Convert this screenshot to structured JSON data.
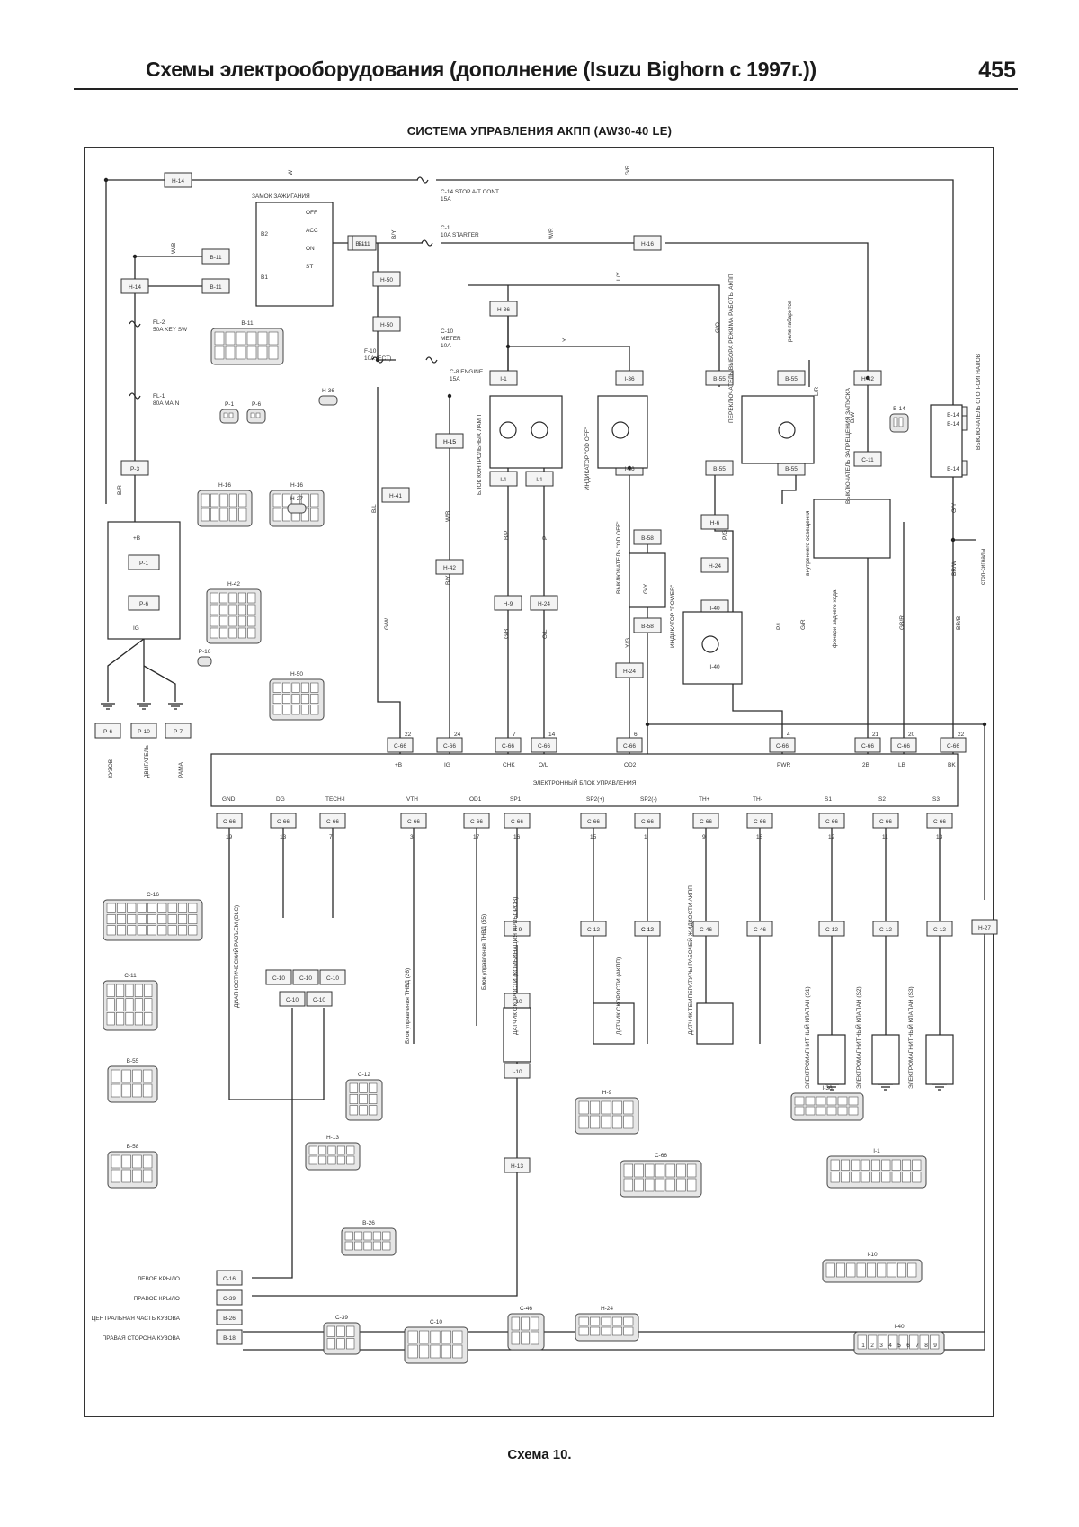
{
  "header": {
    "title": "Схемы электрооборудования (дополнение (Isuzu Bighorn с 1997г.))",
    "page_number": "455"
  },
  "subtitle": "СИСТЕМА УПРАВЛЕНИЯ АКПП (AW30-40 LE)",
  "caption": "Схема 10.",
  "ignition_switch": {
    "title": "ЗАМОК ЗАЖИГАНИЯ",
    "positions": [
      "OFF",
      "ACC",
      "ON",
      "ST"
    ],
    "terminals": [
      "B2",
      "B1"
    ]
  },
  "fuses": [
    {
      "id": "fuse-stop",
      "lines": [
        "C-14 STOP A/T CONT",
        "15A"
      ]
    },
    {
      "id": "fuse-starter",
      "lines": [
        "C-1",
        "10A STARTER"
      ]
    },
    {
      "id": "fuse-meter",
      "lines": [
        "C-10",
        "METER",
        "10A"
      ]
    },
    {
      "id": "fuse-engine",
      "lines": [
        "C-8 ENGINE",
        "15A"
      ]
    },
    {
      "id": "fuse-ect",
      "lines": [
        "F-10",
        "10A (ECT)"
      ]
    },
    {
      "id": "fuse-keysw",
      "lines": [
        "FL-2",
        "50A KEY SW"
      ]
    },
    {
      "id": "fuse-main",
      "lines": [
        "FL-1",
        "80A MAIN"
      ]
    }
  ],
  "wire_colors": [
    "W",
    "G/R",
    "W/B",
    "B/Y",
    "W/R",
    "L/Y",
    "Y",
    "B/R",
    "G/W",
    "B/Y",
    "G/B",
    "O/L",
    "Y/G",
    "P/G",
    "P/L",
    "B/W",
    "G/Y",
    "L/R",
    "G/O",
    "B/L",
    "W/B",
    "B/P",
    "P",
    "G/Y",
    "G/R",
    "GB/R",
    "BR/B",
    "BR/W"
  ],
  "connectors_top": [
    "H-14",
    "B-11",
    "B-11",
    "H-14",
    "B-11",
    "H-50",
    "H-50",
    "H-15",
    "H-36",
    "I-1",
    "I-1",
    "I-1",
    "I-36",
    "I-36",
    "B-55",
    "B-55",
    "B-55",
    "B-55",
    "H-42",
    "C-11",
    "B-14",
    "B-14",
    "B-14",
    "P-3",
    "H-15",
    "H-41",
    "H-42",
    "H-9",
    "H-24",
    "B-58",
    "B-58",
    "H-6",
    "H-24",
    "H-24",
    "I-40",
    "I-40"
  ],
  "relay_box": {
    "labels": [
      "P-1",
      "P-6"
    ],
    "terms": [
      "+B",
      "IG"
    ]
  },
  "ground_points": [
    "P-6",
    "P-10",
    "P-7"
  ],
  "ground_labels": [
    "КУЗОВ",
    "ДВИГАТЕЛЬ",
    "РАМА"
  ],
  "ecu": {
    "label": "ЭЛЕКТРОННЫЙ БЛОК УПРАВЛЕНИЯ",
    "top_pins": [
      {
        "conn": "C-66",
        "pin": "22",
        "name": "+B"
      },
      {
        "conn": "C-66",
        "pin": "24",
        "name": "IG"
      },
      {
        "conn": "C-66",
        "pin": "7",
        "name": "CHK"
      },
      {
        "conn": "C-66",
        "pin": "14",
        "name": "O/L"
      },
      {
        "conn": "C-66",
        "pin": "6",
        "name": "OD2"
      },
      {
        "conn": "C-66",
        "pin": "4",
        "name": "PWR"
      },
      {
        "conn": "C-66",
        "pin": "21",
        "name": "2B"
      },
      {
        "conn": "C-66",
        "pin": "20",
        "name": "LB"
      },
      {
        "conn": "C-66",
        "pin": "22",
        "name": "BK"
      }
    ],
    "bottom_pins": [
      {
        "conn": "C-66",
        "pin": "19",
        "name": "GND"
      },
      {
        "conn": "C-66",
        "pin": "13",
        "name": "DG"
      },
      {
        "conn": "C-66",
        "pin": "7",
        "name": "TECH-I"
      },
      {
        "conn": "C-66",
        "pin": "3",
        "name": "VTH"
      },
      {
        "conn": "C-66",
        "pin": "17",
        "name": "OD1"
      },
      {
        "conn": "C-66",
        "pin": "16",
        "name": "SP1"
      },
      {
        "conn": "C-66",
        "pin": "15",
        "name": "SP2(+)"
      },
      {
        "conn": "C-66",
        "pin": "1",
        "name": "SP2(-)"
      },
      {
        "conn": "C-66",
        "pin": "9",
        "name": "TH+"
      },
      {
        "conn": "C-66",
        "pin": "18",
        "name": "TH-"
      },
      {
        "conn": "C-66",
        "pin": "12",
        "name": "S1"
      },
      {
        "conn": "C-66",
        "pin": "11",
        "name": "S2"
      },
      {
        "conn": "C-66",
        "pin": "13",
        "name": "S3"
      }
    ]
  },
  "vertical_labels": {
    "check_block": "БЛОК КОНТРОЛЬНЫХ ЛАМП",
    "od_off_ind": "ИНДИКАТОР \"OD OFF\"",
    "mode_switch": "ПЕРЕКЛЮЧАТЕЛЬ ВЫБОРА РЕЖИМА РАБОТЫ АКПП",
    "to_headlamp": "реле габаритов",
    "to_gauge": "внутреннего освещения",
    "neutral_sw": "ВЫКЛЮЧАТЕЛЬ ЗАПРЕЩЕНИЯ ЗАПУСКА",
    "stop_sw": "ВЫКЛЮЧАТЕЛЬ СТОП-СИГНАЛОВ",
    "od_off_sw": "ВЫКЛЮЧАТЕЛЬ \"OD OFF\"",
    "power_ind": "ИНДИКАТОР \"POWER\"",
    "reverse": "фонари заднего хода",
    "to_stop": "стоп-сигналы",
    "diag": "ДИАГНОСТИЧЕСКИЙ РАЗЪЕМ (DLC)",
    "tps": "Блок управления ТНВД (26)",
    "od1": "Блок управления ТНВД (55)",
    "speed1": "ДАТЧИК СКОРОСТИ (КОМБИНАЦИЯ ПРИБОРОВ)",
    "speed2": "ДАТЧИК СКОРОСТИ (АКПП)",
    "temp": "ДАТЧИК ТЕМПЕРАТУРЫ РАБОЧЕЙ ЖИДКОСТИ АКПП",
    "sol1": "ЭЛЕКТРОМАГНИТНЫЙ КЛАПАН (S1)",
    "sol2": "ЭЛЕКТРОМАГНИТНЫЙ КЛАПАН (S2)",
    "sol3": "ЭЛЕКТРОМАГНИТНЫЙ КЛАПАН (S3)"
  },
  "ground_body": [
    {
      "label": "ЛЕВОЕ КРЫЛО",
      "conn": "C-16"
    },
    {
      "label": "ПРАВОЕ КРЫЛО",
      "conn": "C-39"
    },
    {
      "label": "ЦЕНТРАЛЬНАЯ ЧАСТЬ КУЗОВА",
      "conn": "B-26"
    },
    {
      "label": "ПРАВАЯ СТОРОНА КУЗОВА",
      "conn": "B-18"
    }
  ],
  "diag_connectors": [
    "C-10",
    "C-10",
    "C-10",
    "C-10",
    "C-10"
  ],
  "lower_connectors": [
    "C-12",
    "C-12",
    "C-12",
    "C-46",
    "C-46",
    "C-12",
    "C-12",
    "C-12",
    "H-9",
    "H-13",
    "H-27",
    "I-10",
    "I-10"
  ],
  "connector_views": [
    "B-11",
    "P-1",
    "P-6",
    "H-16",
    "H-16",
    "H-27",
    "H-42",
    "P-16",
    "H-50",
    "C-16",
    "C-11",
    "B-55",
    "B-58",
    "C-12",
    "H-36",
    "H-13",
    "B-14",
    "B-26",
    "C-10",
    "C-39",
    "C-46",
    "H-9",
    "I-40",
    "C-66",
    "H-24",
    "I-1",
    "I-36",
    "I-10"
  ],
  "plug_pins": [
    "1",
    "2",
    "3",
    "4",
    "5",
    "6",
    "7",
    "8",
    "9"
  ]
}
